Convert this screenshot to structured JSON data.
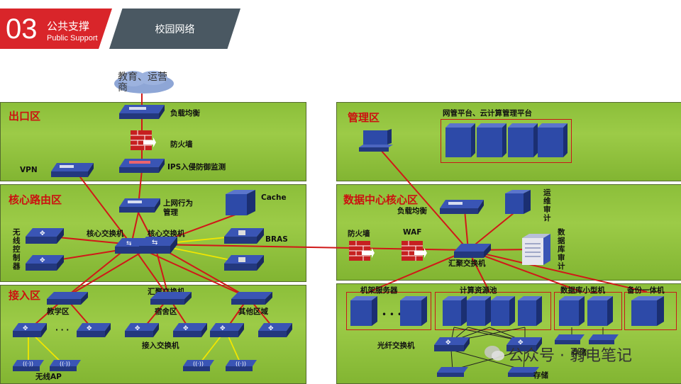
{
  "header": {
    "number": "03",
    "title_cn": "公共支撑",
    "title_en": "Public Support",
    "subtitle": "校园网络"
  },
  "zones": {
    "exit": "出口区",
    "core": "核心路由区",
    "access": "接入区",
    "mgmt": "管理区",
    "dc_core": "数据中心核心区"
  },
  "labels": {
    "cloud": "教育、运营商",
    "load_balance": "负载均衡",
    "firewall": "防火墙",
    "ips": "IPS入侵防御监测",
    "vpn": "VPN",
    "behavior_1": "上网行为",
    "behavior_2": "管理",
    "cache": "Cache",
    "core_switch_1": "核心交换机",
    "core_switch_2": "核心交换机",
    "wireless_ctrl": "无线控制器",
    "bras": "BRAS",
    "agg_switch": "汇聚交换机",
    "teach": "教学区",
    "dorm": "宿舍区",
    "other": "其他区域",
    "access_switch": "接入交换机",
    "wireless_ap": "无线AP",
    "ellipsis": "· · ·",
    "mgmt_platform": "网管平台、云计算管理平台",
    "dc_lb": "负载均衡",
    "dc_fw": "防火墙",
    "waf": "WAF",
    "ops_audit": "运维审计",
    "db_audit": "数据库审计",
    "dc_agg": "汇聚交换机",
    "rack_servers": "机架服务器",
    "compute_pool": "计算资源池",
    "db_minicomputer": "数据库小型机",
    "backup": "备份一体机",
    "fiber_switch": "光纤交换机",
    "storage_1": "存储",
    "storage_2": "存储"
  },
  "watermark": "公众号 · 弱电笔记",
  "colors": {
    "accent_red": "#d9252a",
    "header_gray": "#4a5862",
    "zone_green": "#8cbf3a",
    "wire_red": "#d01818",
    "wire_yellow": "#f2e600",
    "device_blue": "#2d4aa8"
  },
  "icons": [
    "cloud-icon",
    "load-balancer-icon",
    "firewall-icon",
    "ips-icon",
    "vpn-icon",
    "switch-icon",
    "server-icon",
    "router-icon",
    "wireless-ap-icon",
    "workstation-icon",
    "storage-icon",
    "wechat-icon"
  ]
}
